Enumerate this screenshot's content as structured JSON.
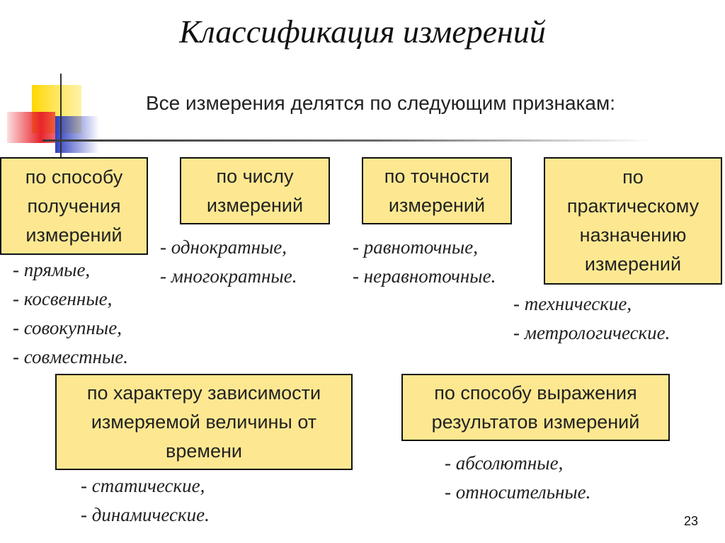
{
  "title": "Классификация измерений",
  "subtitle": "Все измерения делятся по следующим признакам:",
  "page_number": "23",
  "colors": {
    "box_fill": "#fde891",
    "box_border": "#111111",
    "deco_yellow": "#ffd700",
    "deco_red": "#e8242c",
    "deco_blue": "#2e3fc0"
  },
  "categories": [
    {
      "label": "по способу\nполучения\nизмерений",
      "items": [
        "- прямые,",
        "- косвенные,",
        "- совокупные,",
        "- совместные."
      ]
    },
    {
      "label": "по числу\nизмерений",
      "items": [
        "- однократные,",
        "- многократные."
      ]
    },
    {
      "label": "по точности\nизмерений",
      "items": [
        "- равноточные,",
        "- неравноточные."
      ]
    },
    {
      "label": "по\nпрактическому\nназначению\nизмерений",
      "items": [
        "- технические,",
        "- метрологические."
      ]
    },
    {
      "label": "по характеру  зависимости\nизмеряемой величины от\nвремени",
      "items": [
        "- статические,",
        "- динамические."
      ]
    },
    {
      "label": "по способу выражения\nрезультатов  измерений",
      "items": [
        "- абсолютные,",
        "- относительные."
      ]
    }
  ]
}
